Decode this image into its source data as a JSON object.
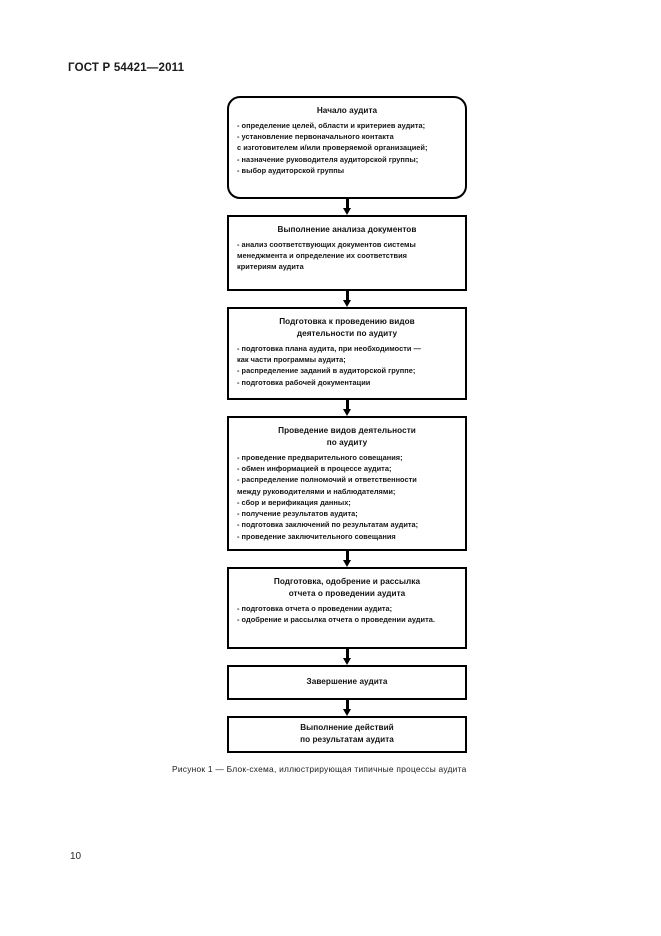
{
  "document": {
    "standard_header": "ГОСТ Р 54421—2011",
    "page_number": "10",
    "figure_caption": "Рисунок  1 — Блок-схема, иллюстрирующая типичные процессы аудита"
  },
  "chart_data": {
    "type": "diagram",
    "diagram_kind": "flowchart",
    "orientation": "vertical-top-to-bottom",
    "title": "Блок-схема, иллюстрирующая типичные процессы аудита",
    "connector": "down-arrow",
    "nodes": [
      {
        "id": "start",
        "shape": "rounded-rectangle",
        "title_lines": [
          "Начало аудита"
        ],
        "body_lines": [
          "- определение целей, области и критериев аудита;",
          "- установление первоначального контакта",
          "с изготовителем и/или проверяемой организацией;",
          "- назначение руководителя аудиторской группы;",
          "- выбор аудиторской группы"
        ]
      },
      {
        "id": "document-review",
        "shape": "rectangle",
        "title_lines": [
          "Выполнение анализа документов"
        ],
        "body_lines": [
          "- анализ соответствующих документов системы",
          "менеджмента и определение их соответствия",
          "критериям аудита"
        ]
      },
      {
        "id": "preparation",
        "shape": "rectangle",
        "title_lines": [
          "Подготовка к проведению видов",
          "деятельности по аудиту"
        ],
        "body_lines": [
          "- подготовка плана аудита, при необходимости —",
          "как части программы аудита;",
          "- распределение заданий в аудиторской группе;",
          "- подготовка рабочей документации"
        ]
      },
      {
        "id": "conducting",
        "shape": "rectangle",
        "title_lines": [
          "Проведение видов деятельности",
          "по аудиту"
        ],
        "body_lines": [
          "- проведение предварительного совещания;",
          "- обмен информацией в процессе аудита;",
          "- распределение полномочий и ответственности",
          "между руководителями и наблюдателями;",
          "- сбор и верификация данных;",
          "- получение результатов аудита;",
          "- подготовка заключений по результатам аудита;",
          "- проведение заключительного совещания"
        ]
      },
      {
        "id": "report",
        "shape": "rectangle",
        "title_lines": [
          "Подготовка, одобрение и рассылка",
          "отчета о проведении аудита"
        ],
        "body_lines": [
          "- подготовка отчета о проведении аудита;",
          "- одобрение и рассылка отчета о проведении аудита."
        ]
      },
      {
        "id": "completion",
        "shape": "rectangle",
        "title_lines": [
          "Завершение аудита"
        ],
        "body_lines": []
      },
      {
        "id": "follow-up",
        "shape": "rectangle",
        "title_lines": [
          "Выполнение действий",
          "по результатам аудита"
        ],
        "body_lines": []
      }
    ]
  }
}
